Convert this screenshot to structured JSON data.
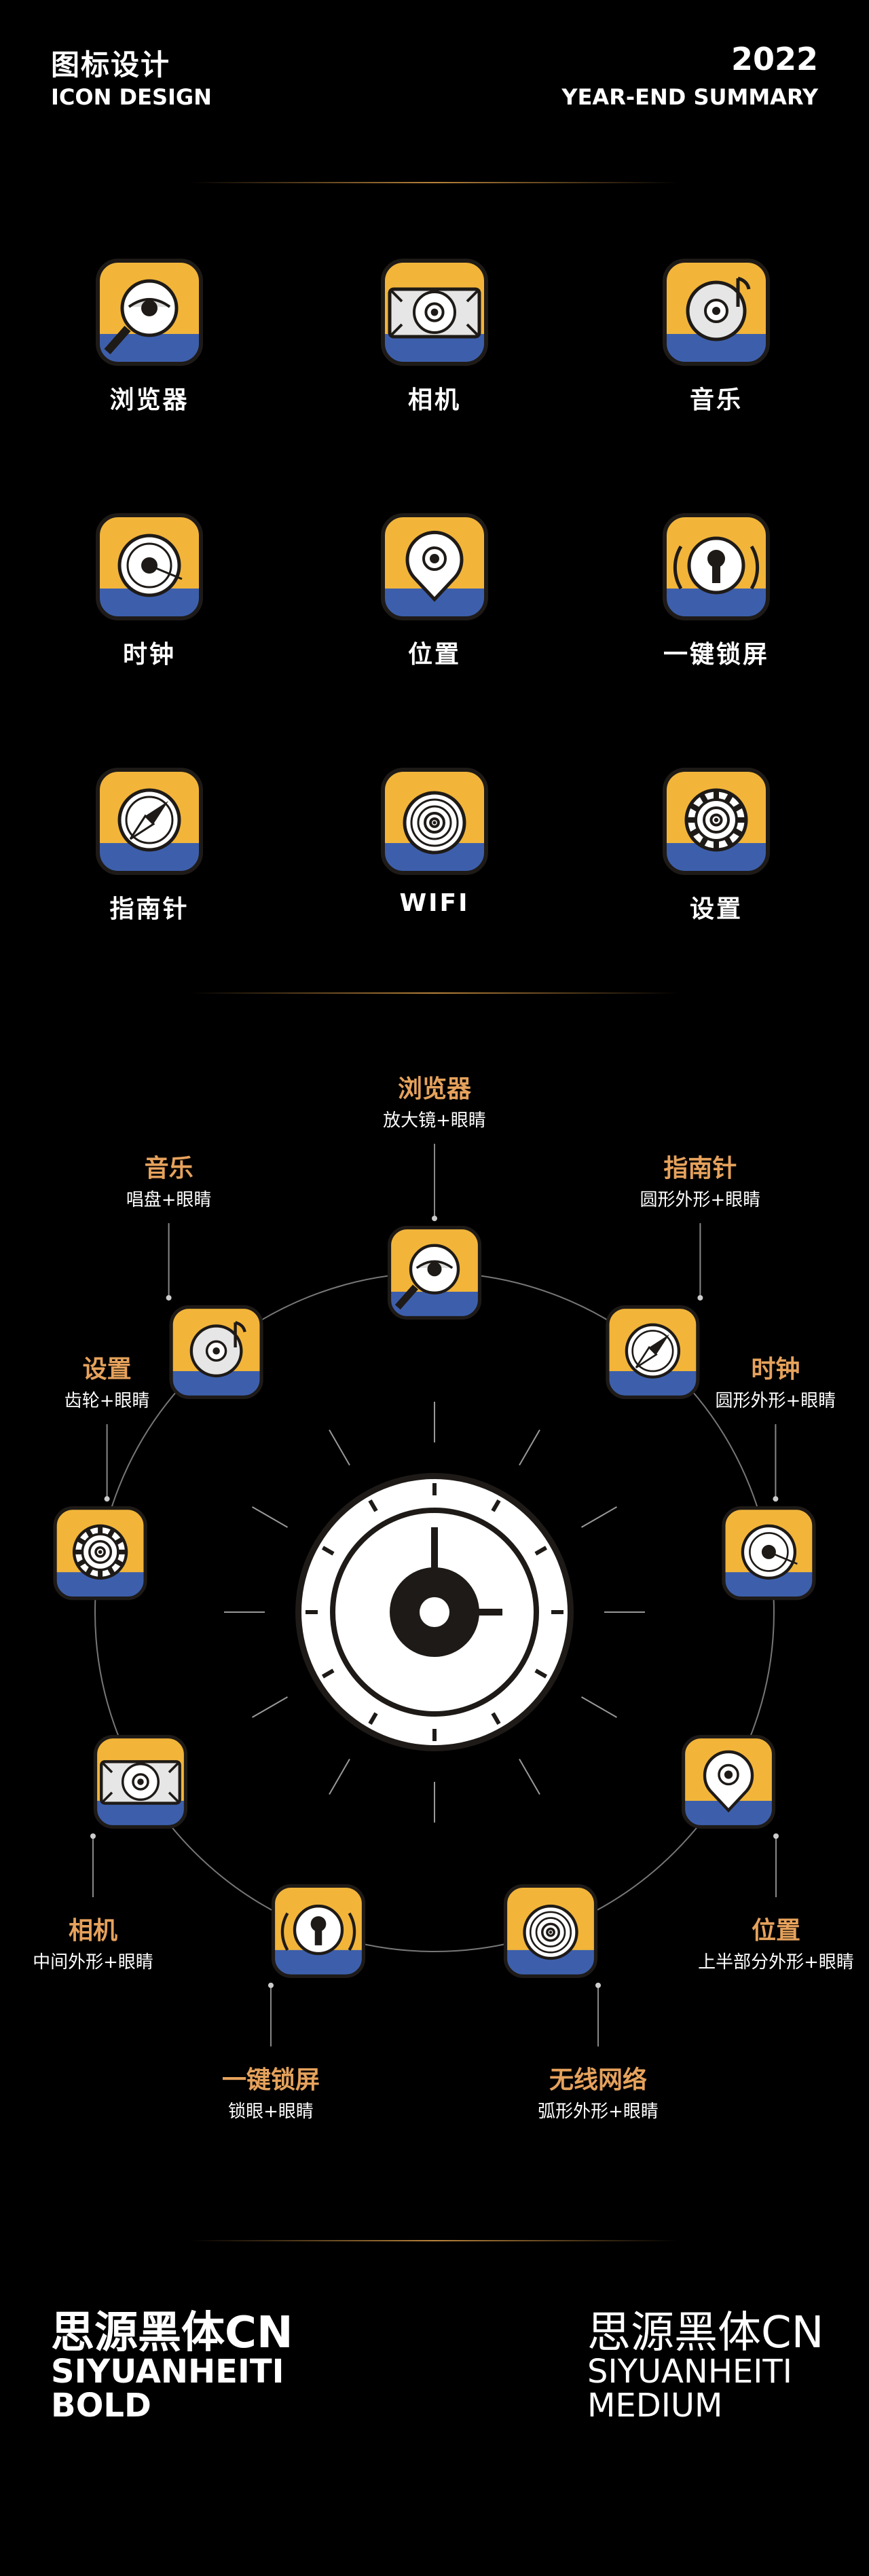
{
  "header": {
    "title_cn": "图标设计",
    "title_en": "ICON DESIGN",
    "year": "2022",
    "summary": "YEAR-END SUMMARY"
  },
  "colors": {
    "background": "#000000",
    "icon_yellow": "#f2b53a",
    "icon_blue": "#3d5fab",
    "outline": "#1e1a17",
    "accent_orange": "#e6a25c",
    "divider_gold": "#b8823a"
  },
  "grid": [
    {
      "label": "浏览器",
      "icon": "browser-icon"
    },
    {
      "label": "相机",
      "icon": "camera-icon"
    },
    {
      "label": "音乐",
      "icon": "music-icon"
    },
    {
      "label": "时钟",
      "icon": "clock-icon"
    },
    {
      "label": "位置",
      "icon": "location-icon"
    },
    {
      "label": "一键锁屏",
      "icon": "lock-icon"
    },
    {
      "label": "指南针",
      "icon": "compass-icon"
    },
    {
      "label": "WIFI",
      "icon": "wifi-icon"
    },
    {
      "label": "设置",
      "icon": "settings-icon"
    }
  ],
  "ring": [
    {
      "title": "浏览器",
      "desc": "放大镜+眼睛",
      "icon": "browser-icon"
    },
    {
      "title": "指南针",
      "desc": "圆形外形+眼睛",
      "icon": "compass-icon"
    },
    {
      "title": "时钟",
      "desc": "圆形外形+眼睛",
      "icon": "clock-icon"
    },
    {
      "title": "位置",
      "desc": "上半部分外形+眼睛",
      "icon": "location-icon"
    },
    {
      "title": "无线网络",
      "desc": "弧形外形+眼睛",
      "icon": "wifi-icon"
    },
    {
      "title": "一键锁屏",
      "desc": "锁眼+眼睛",
      "icon": "lock-icon"
    },
    {
      "title": "相机",
      "desc": "中间外形+眼睛",
      "icon": "camera-icon"
    },
    {
      "title": "设置",
      "desc": "齿轮+眼睛",
      "icon": "settings-icon"
    },
    {
      "title": "音乐",
      "desc": "唱盘+眼睛",
      "icon": "music-icon"
    }
  ],
  "center_icon": "clock-dial-icon",
  "footer": {
    "left": {
      "cn": "思源黑体CN",
      "en1": "SIYUANHEITI",
      "en2": "BOLD"
    },
    "right": {
      "cn": "思源黑体CN",
      "en1": "SIYUANHEITI",
      "en2": "MEDIUM"
    }
  }
}
